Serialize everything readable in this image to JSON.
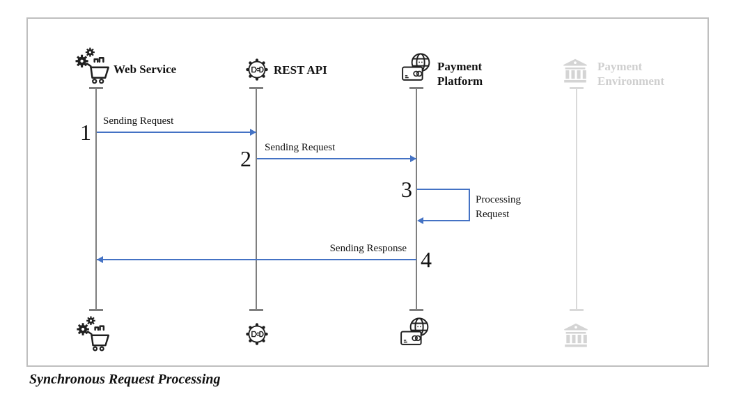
{
  "caption": "Synchronous Request Processing",
  "colors": {
    "arrow": "#4472c4",
    "lifeline": "#7f7f7f",
    "lifeline_inactive": "#d9d9d9",
    "frame_border": "#bfbfbf",
    "label_text": "#111111",
    "inactive_label_text": "#cfcfcf"
  },
  "actors": [
    {
      "id": "web-service",
      "label": "Web Service",
      "icon": "cart-gears-icon",
      "active": true
    },
    {
      "id": "rest-api",
      "label": "REST API",
      "icon": "gear-plug-icon",
      "active": true
    },
    {
      "id": "payment-platform",
      "label": "Payment Platform",
      "icon": "globe-card-icon",
      "active": true
    },
    {
      "id": "payment-environment",
      "label": "Payment Environment",
      "icon": "bank-icon",
      "active": false
    }
  ],
  "messages": [
    {
      "step": "1",
      "label": "Sending Request",
      "from": "web-service",
      "to": "rest-api",
      "type": "forward"
    },
    {
      "step": "2",
      "label": "Sending Request",
      "from": "rest-api",
      "to": "payment-platform",
      "type": "forward"
    },
    {
      "step": "3",
      "label": "Processing Request",
      "from": "payment-platform",
      "to": "payment-platform",
      "type": "self-loop"
    },
    {
      "step": "4",
      "label": "Sending Response",
      "from": "payment-platform",
      "to": "web-service",
      "type": "return"
    }
  ]
}
